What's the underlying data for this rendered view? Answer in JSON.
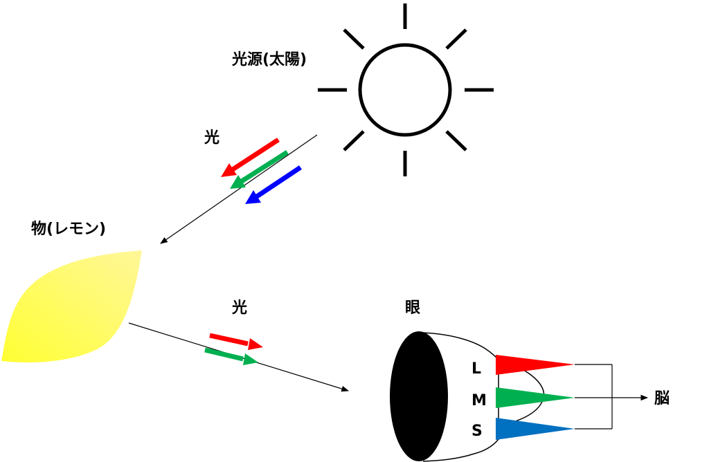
{
  "labels": {
    "light_source": "光源(太陽)",
    "light_incoming": "光",
    "object": "物(レモン)",
    "light_reflected": "光",
    "eye": "眼",
    "brain": "脳"
  },
  "cones": [
    {
      "label": "L",
      "color": "#ff0000"
    },
    {
      "label": "M",
      "color": "#00b050"
    },
    {
      "label": "S",
      "color": "#0070c0"
    }
  ],
  "incoming_rays": [
    {
      "color": "#ff0000"
    },
    {
      "color": "#00b050"
    },
    {
      "color": "#0000ff"
    }
  ],
  "reflected_rays": [
    {
      "color": "#ff0000"
    },
    {
      "color": "#00b050"
    }
  ],
  "colors": {
    "lemon_light": "#fff799",
    "lemon_dark": "#ffff33",
    "pupil": "#000000",
    "line": "#000000"
  }
}
